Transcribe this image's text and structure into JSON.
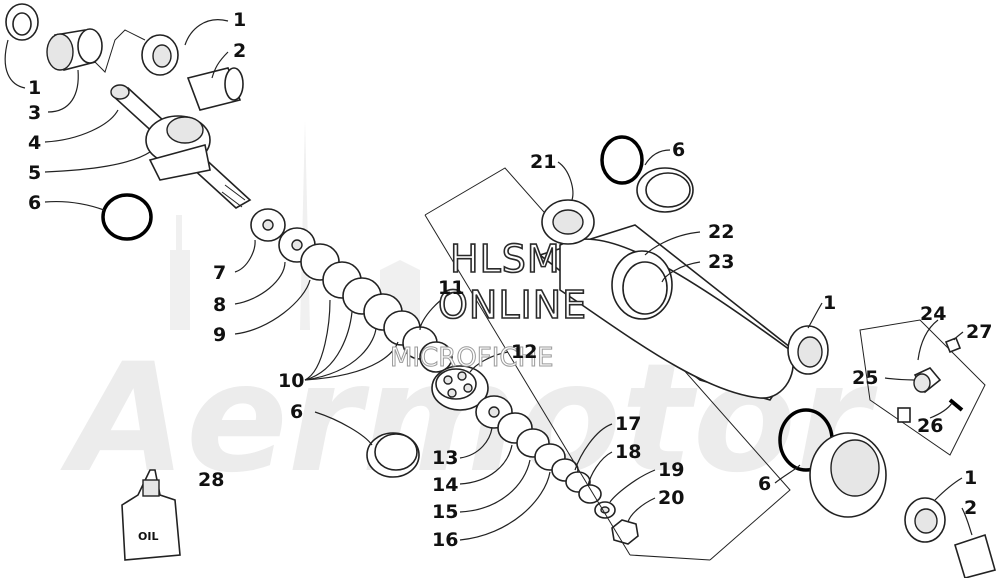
{
  "watermark": {
    "line1": "HLSM",
    "line2": "ONLINE",
    "line3": "MICROFICHE",
    "logo": "Aermotor"
  },
  "oil_bottle_label": "OIL",
  "callouts": [
    {
      "id": "c1a",
      "text": "1"
    },
    {
      "id": "c2a",
      "text": "2"
    },
    {
      "id": "c1b",
      "text": "1"
    },
    {
      "id": "c3",
      "text": "3"
    },
    {
      "id": "c4",
      "text": "4"
    },
    {
      "id": "c5",
      "text": "5"
    },
    {
      "id": "c6a",
      "text": "6"
    },
    {
      "id": "c7",
      "text": "7"
    },
    {
      "id": "c8",
      "text": "8"
    },
    {
      "id": "c9",
      "text": "9"
    },
    {
      "id": "c10",
      "text": "10"
    },
    {
      "id": "c11",
      "text": "11"
    },
    {
      "id": "c12",
      "text": "12"
    },
    {
      "id": "c6b",
      "text": "6"
    },
    {
      "id": "c13",
      "text": "13"
    },
    {
      "id": "c14",
      "text": "14"
    },
    {
      "id": "c15",
      "text": "15"
    },
    {
      "id": "c16",
      "text": "16"
    },
    {
      "id": "c17",
      "text": "17"
    },
    {
      "id": "c18",
      "text": "18"
    },
    {
      "id": "c19",
      "text": "19"
    },
    {
      "id": "c20",
      "text": "20"
    },
    {
      "id": "c21",
      "text": "21"
    },
    {
      "id": "c6c",
      "text": "6"
    },
    {
      "id": "c22",
      "text": "22"
    },
    {
      "id": "c23",
      "text": "23"
    },
    {
      "id": "c1c",
      "text": "1"
    },
    {
      "id": "c24",
      "text": "24"
    },
    {
      "id": "c27",
      "text": "27"
    },
    {
      "id": "c25",
      "text": "25"
    },
    {
      "id": "c26",
      "text": "26"
    },
    {
      "id": "c6d",
      "text": "6"
    },
    {
      "id": "c1d",
      "text": "1"
    },
    {
      "id": "c2b",
      "text": "2"
    },
    {
      "id": "c28",
      "text": "28"
    }
  ]
}
